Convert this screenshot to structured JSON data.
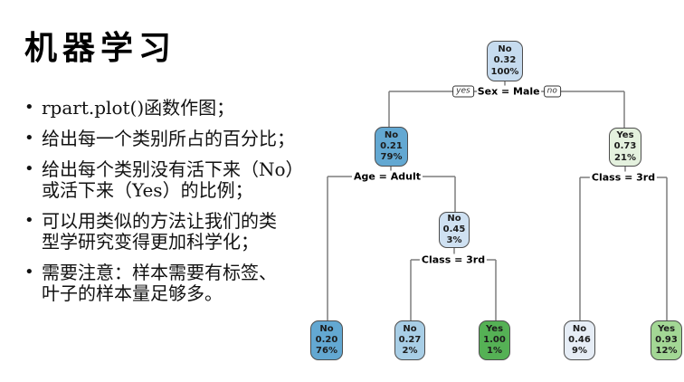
{
  "slide": {
    "title": "机器学习",
    "bullets": [
      {
        "lines": [
          "rpart.plot()函数作图；",
          ""
        ]
      },
      {
        "lines": [
          "给出每一个类别所占的百分比；",
          ""
        ]
      },
      {
        "lines": [
          "给出每个类别没有活下来（No）",
          "或活下来（Yes）的比例；"
        ]
      },
      {
        "lines": [
          "可以用类似的方法让我们的类",
          "型学研究变得更加科学化；"
        ]
      },
      {
        "lines": [
          "需要注意：样本需要有标签、",
          "叶子的样本量足够多。"
        ]
      }
    ]
  },
  "tree": {
    "nodes": [
      {
        "label": "No",
        "prob": "0.32",
        "pct": "100%",
        "fill": "#c6dbef"
      },
      {
        "label": "No",
        "prob": "0.21",
        "pct": "79%",
        "fill": "#63a8d2"
      },
      {
        "label": "Yes",
        "prob": "0.73",
        "pct": "21%",
        "fill": "#e4f1de"
      },
      {
        "label": "No",
        "prob": "0.45",
        "pct": "3%",
        "fill": "#cfe1f2"
      },
      {
        "label": "No",
        "prob": "0.20",
        "pct": "76%",
        "fill": "#63a8d2"
      },
      {
        "label": "No",
        "prob": "0.27",
        "pct": "2%",
        "fill": "#a8cee6"
      },
      {
        "label": "Yes",
        "prob": "1.00",
        "pct": "1%",
        "fill": "#55b155"
      },
      {
        "label": "No",
        "prob": "0.46",
        "pct": "9%",
        "fill": "#e6edf6"
      },
      {
        "label": "Yes",
        "prob": "0.93",
        "pct": "12%",
        "fill": "#a3d795"
      }
    ],
    "splits": [
      {
        "label": "Sex = Male",
        "yes": "yes",
        "no": "no"
      },
      {
        "label": "Age = Adult"
      },
      {
        "label": "Class = 3rd"
      },
      {
        "label": "Class = 3rd"
      }
    ],
    "line_color": "#7d7d7d",
    "node_border_color": "#4d4d4d"
  }
}
